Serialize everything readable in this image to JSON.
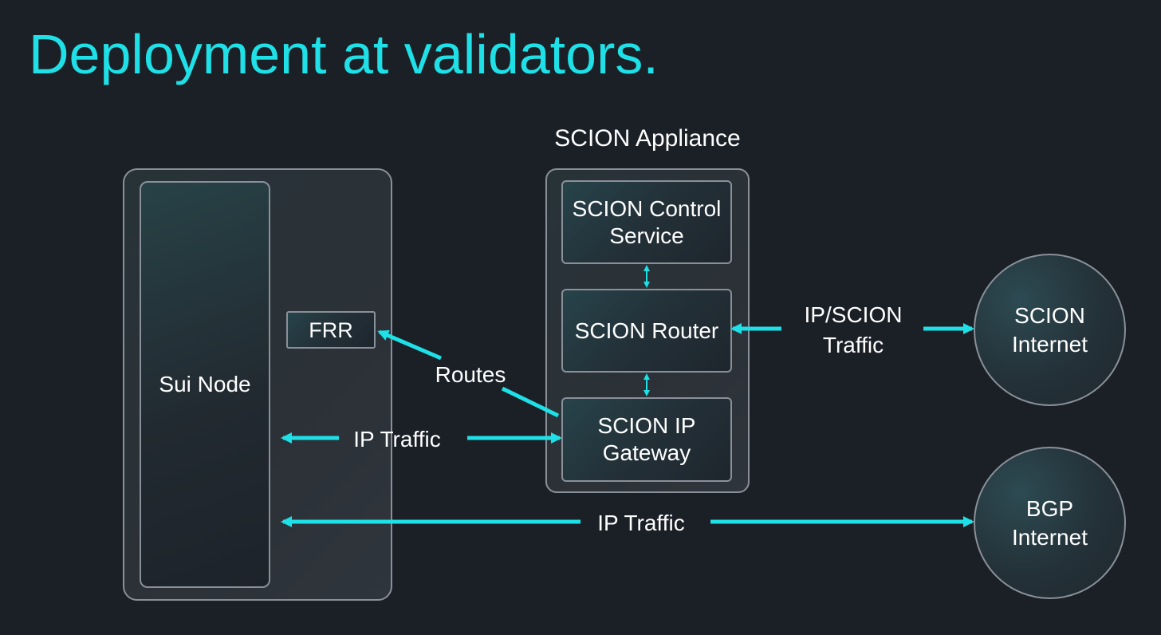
{
  "title": "Deployment at validators.",
  "appliance": {
    "label": "SCION Appliance",
    "control_service": "SCION Control\nService",
    "router": "SCION Router",
    "ip_gateway": "SCION IP\nGateway"
  },
  "host": {
    "sui_node": "Sui Node",
    "frr": "FRR"
  },
  "networks": {
    "scion_internet": "SCION\nInternet",
    "bgp_internet": "BGP\nInternet"
  },
  "edges": {
    "routes": "Routes",
    "ip_traffic_gateway": "IP Traffic",
    "ip_scion_traffic": "IP/SCION\nTraffic",
    "ip_traffic_bgp": "IP Traffic"
  },
  "colors": {
    "accent": "#1ee0e6",
    "background": "#1b1f26",
    "border": "#8a9099"
  }
}
